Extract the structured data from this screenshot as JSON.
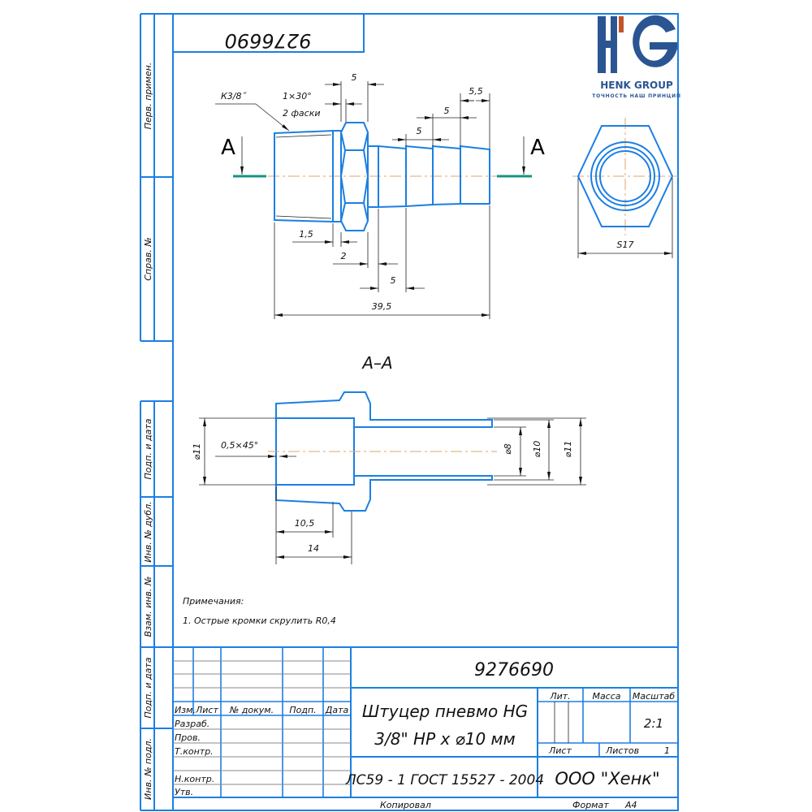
{
  "doc_number": "9276690",
  "doc_number_mirrored": "9276690",
  "logo": {
    "mark": "HG",
    "name": "HENK GROUP",
    "tagline": "ТОЧНОСТЬ НАШ ПРИНЦИП",
    "blue": "#2a5592",
    "accent": "#c0562a"
  },
  "side_strip": [
    "Перв. примен.",
    "Справ. №",
    "Подп. и дата",
    "Инв. № дубл.",
    "Взам. инв. №",
    "Подп. и дата",
    "Инв. № подл."
  ],
  "view": {
    "section_letter_left": "A",
    "section_letter_right": "A",
    "thread_label": "К3/8˝",
    "chamfer_label": "1×30°",
    "chamfer_count": "2 фаски",
    "dims": {
      "hex_width": "5",
      "barb_last": "5,5",
      "barb_3": "5",
      "barb_2": "5",
      "collar": "1,5",
      "neck": "2",
      "barb_1": "5",
      "total": "39,5",
      "hex_across": "S17"
    }
  },
  "section": {
    "title": "A–A",
    "dims": {
      "d_left": "⌀11",
      "chamfer": "0,5×45°",
      "thread_len": "10,5",
      "bore_len": "14",
      "d_bore": "⌀8",
      "d_barb": "⌀10",
      "d_right": "⌀11"
    }
  },
  "notes": {
    "title": "Примечания:",
    "items": [
      "1. Острые кромки скрулить R0,4"
    ]
  },
  "title_block": {
    "cols": [
      "Изм.",
      "Лист",
      "№ докум.",
      "Подп.",
      "Дата"
    ],
    "roles": [
      "Разраб.",
      "Пров.",
      "Т.контр.",
      "Н.контр.",
      "Утв."
    ],
    "title_line1": "Штуцер пневмо HG",
    "title_line2": "3/8\" НР х ⌀10 мм",
    "material": "ЛС59 - 1 ГОСТ 15527 - 2004",
    "company": "ООО \"Хенк\"",
    "lit_label": "Лит.",
    "mass_label": "Масса",
    "scale_label": "Масштаб",
    "scale": "2:1",
    "sheet_label": "Лист",
    "sheets_label": "Листов",
    "sheets": "1",
    "copied_label": "Копировал",
    "format_label": "Формат",
    "format": "A4"
  }
}
